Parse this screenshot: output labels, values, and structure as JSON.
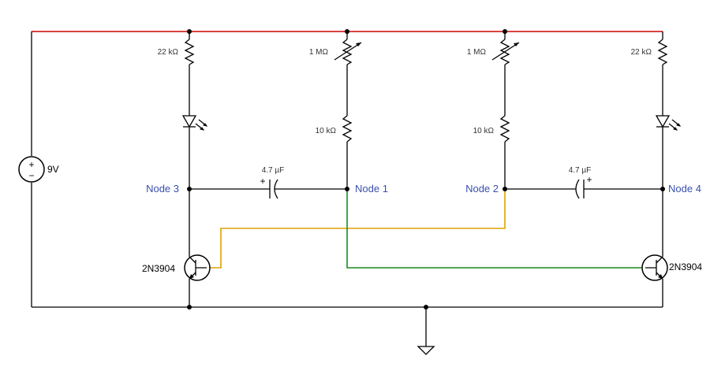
{
  "colors": {
    "supply_rail": "#d00000",
    "cross_wire_node2": "#e0a000",
    "cross_wire_node1": "#1a8a1a",
    "node_label": "#3a4fb0",
    "wire": "#000000"
  },
  "source": {
    "label": "9V",
    "plus": "+",
    "minus": "−"
  },
  "nodes": {
    "n1": "Node 1",
    "n2": "Node 2",
    "n3": "Node 3",
    "n4": "Node 4"
  },
  "resistors": {
    "r1": "22 kΩ",
    "rv1": "1 MΩ",
    "r2": "10 kΩ",
    "rv2": "1 MΩ",
    "r3": "10 kΩ",
    "r4": "22 kΩ"
  },
  "capacitors": {
    "c1": "4.7 µF",
    "c2": "4.7 µF",
    "polarity": "+"
  },
  "transistors": {
    "q1": "2N3904",
    "q2": "2N3904"
  },
  "icons": [
    "led-icon",
    "potentiometer-icon",
    "resistor-icon",
    "capacitor-icon",
    "npn-transistor-icon",
    "ground-icon",
    "battery-icon"
  ]
}
